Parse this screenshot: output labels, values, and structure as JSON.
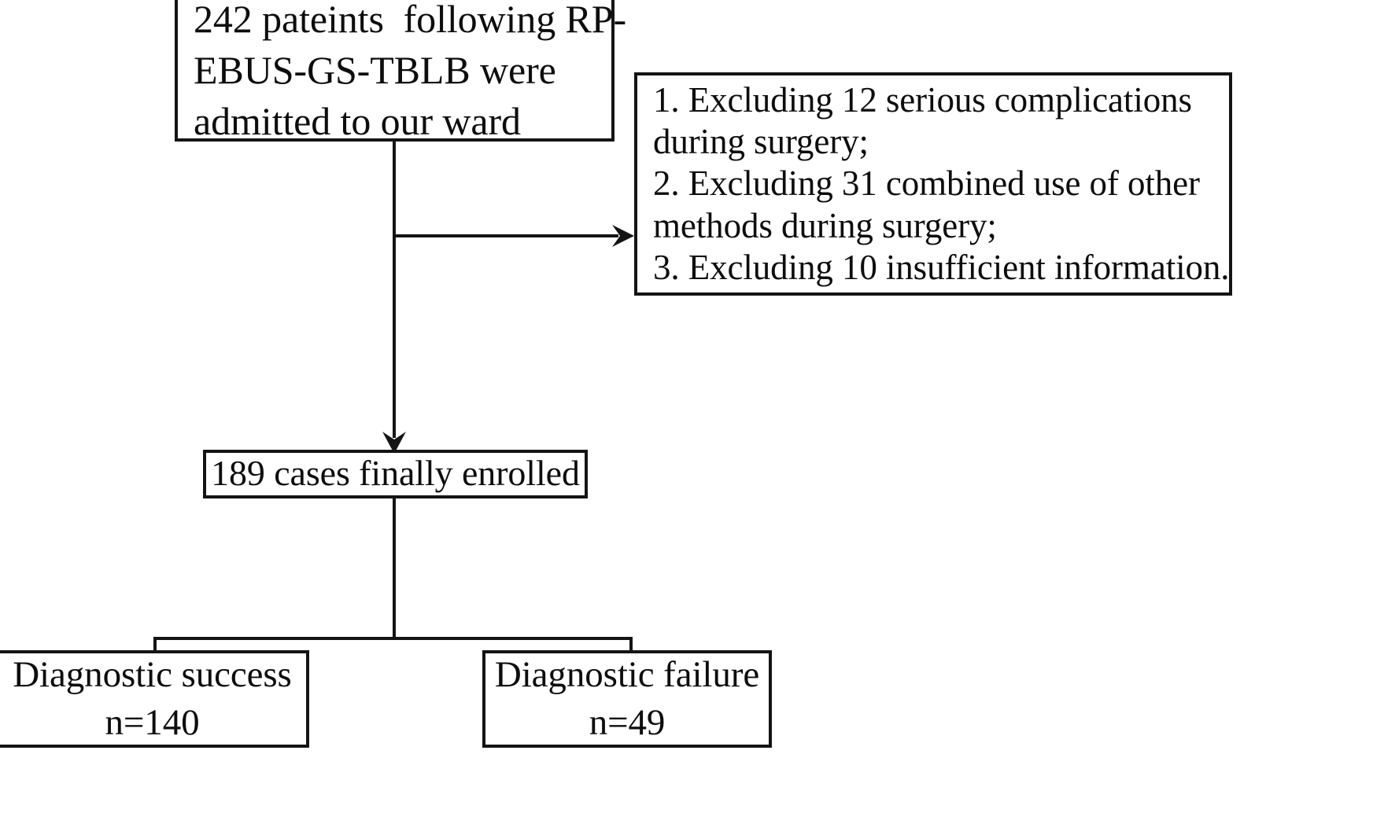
{
  "figure": {
    "type": "flowchart",
    "orientation": "top-down",
    "background_color": "#ffffff",
    "line_color": "#141414",
    "text_color": "#0d0d0d"
  },
  "nodes": {
    "enrolled_source": {
      "id": "enrolled-source",
      "count": 242,
      "lines": [
        "242 pateints  following RP-",
        "EBUS-GS-TBLB were",
        "admitted to our ward"
      ]
    },
    "exclusions": {
      "id": "exclusions",
      "lines": [
        "1. Excluding 12 serious complications",
        "during surgery;",
        "2. Excluding 31 combined use of other",
        "methods during surgery;",
        "3. Excluding 10 insufficient information."
      ],
      "items": [
        {
          "index": "1.",
          "count": 12,
          "reason": "serious complications during surgery;"
        },
        {
          "index": "2.",
          "count": 31,
          "reason": "combined use of other methods during surgery;"
        },
        {
          "index": "3.",
          "count": 10,
          "reason": "insufficient information."
        }
      ]
    },
    "enrolled": {
      "id": "enrolled",
      "count": 189,
      "lines": [
        "189 cases finally enrolled"
      ]
    },
    "diagnostic_success": {
      "id": "diagnostic-success",
      "count": 140,
      "lines": [
        "Diagnostic success",
        "n=140"
      ]
    },
    "diagnostic_failure": {
      "id": "diagnostic-failure",
      "count": 49,
      "lines": [
        "Diagnostic failure",
        "n=49"
      ]
    }
  },
  "edges": [
    {
      "from": "enrolled_source",
      "to": "exclusions",
      "arrow": true,
      "style": "elbow-right"
    },
    {
      "from": "enrolled_source",
      "to": "enrolled",
      "arrow": true,
      "style": "straight-down"
    },
    {
      "from": "enrolled",
      "to": "diagnostic_success",
      "arrow": false,
      "style": "split-down"
    },
    {
      "from": "enrolled",
      "to": "diagnostic_failure",
      "arrow": false,
      "style": "split-down"
    }
  ]
}
